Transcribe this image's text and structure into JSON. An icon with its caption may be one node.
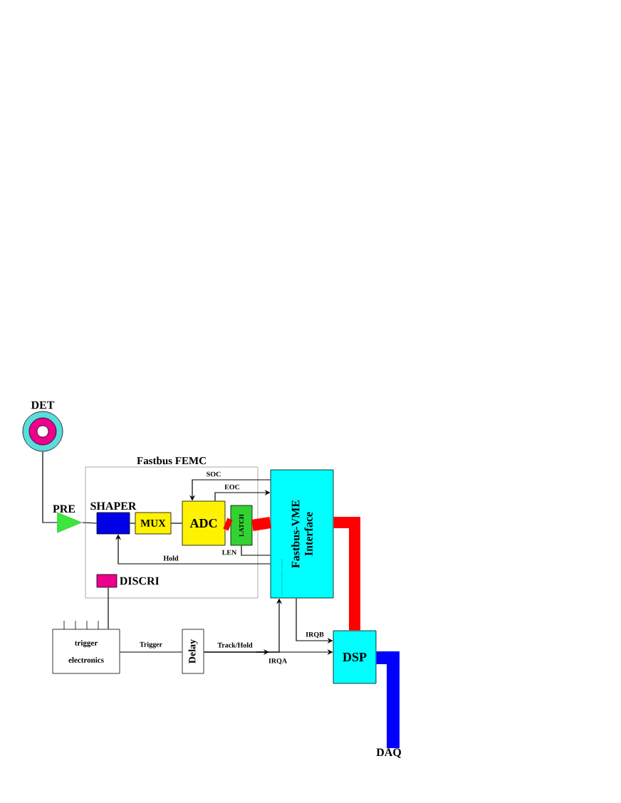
{
  "diagram": {
    "nodes": [
      {
        "text": [],
        "shape": "circle",
        "beside": [
          "DET"
        ]
      },
      {
        "text": [
          "Fastbus FEMC"
        ]
      },
      {
        "text": [],
        "shape": "triangle",
        "beside": [
          "PRE"
        ]
      },
      {
        "text": [
          "SHAPER"
        ],
        "in": 1
      },
      {
        "text": [
          "MUX"
        ],
        "in": 1
      },
      {
        "text": [
          "ADC"
        ],
        "in": 1
      },
      {
        "text": [
          "LATCH"
        ],
        "in": 1
      },
      {
        "text": [
          "Fastbus-VME Interface"
        ]
      },
      {
        "text": [
          "DISCRI"
        ],
        "in": 1
      },
      {
        "text": [
          "trigger electronics"
        ]
      },
      {
        "text": [
          "Delay"
        ]
      },
      {
        "text": [
          "DSP"
        ]
      },
      {
        "text": [
          "DAQ"
        ]
      }
    ],
    "edges": [
      {
        "from": 0,
        "to": 2,
        "arrow": "none"
      },
      {
        "from": 2,
        "to": 3,
        "arrow": "none"
      },
      {
        "from": 3,
        "to": 4,
        "arrow": "none"
      },
      {
        "from": 4,
        "to": 5,
        "arrow": "none"
      },
      {
        "from": 5,
        "to": 6,
        "arrow": "none",
        "style": "thick",
        "color": "#ff0000"
      },
      {
        "from": 6,
        "to": 7,
        "arrow": "none",
        "style": "thick",
        "color": "#ff0000"
      },
      {
        "from": 7,
        "to": 5,
        "arrow": "to",
        "label": "SOC"
      },
      {
        "from": 5,
        "to": 7,
        "arrow": "to",
        "label": "EOC"
      },
      {
        "from": 7,
        "to": 6,
        "arrow": "none",
        "label": "LEN"
      },
      {
        "from": 7,
        "to": 3,
        "arrow": "to",
        "label": "Hold"
      },
      {
        "from": 8,
        "to": 9,
        "arrow": "none"
      },
      {
        "from": 9,
        "to": 10,
        "arrow": "none",
        "label": "Trigger"
      },
      {
        "from": 10,
        "to": 7,
        "arrow": "to",
        "label": "Track/Hold"
      },
      {
        "from": 10,
        "to": 11,
        "arrow": "to",
        "label": "IRQA"
      },
      {
        "from": 7,
        "to": 11,
        "arrow": "to",
        "label": "IRQB"
      },
      {
        "from": 7,
        "to": 11,
        "arrow": "none",
        "style": "thick",
        "color": "#ff0000"
      },
      {
        "from": 11,
        "to": 12,
        "arrow": "none",
        "style": "thick",
        "color": "#0000ff"
      }
    ]
  }
}
